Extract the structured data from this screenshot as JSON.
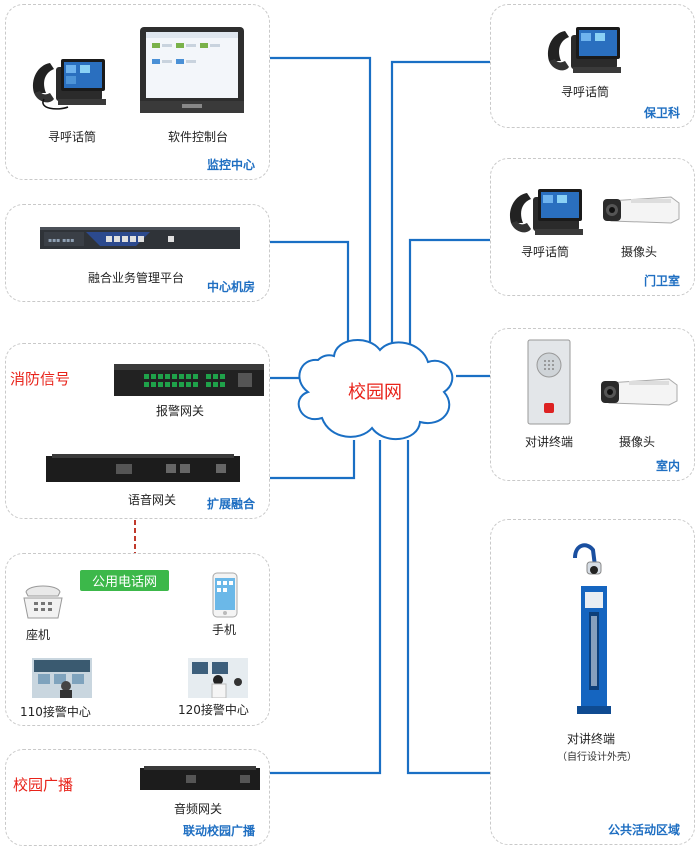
{
  "network": {
    "label": "校园网"
  },
  "zones": {
    "monitor": {
      "title": "监控中心",
      "devices": {
        "phone": "寻呼话筒",
        "console": "软件控制台"
      }
    },
    "datacenter": {
      "title": "中心机房",
      "devices": {
        "platform": "融合业务管理平台"
      }
    },
    "expansion": {
      "title": "扩展融合",
      "devices": {
        "alarm_gw": "报警网关",
        "voice_gw": "语音网关"
      },
      "input_signal": "消防信号"
    },
    "pstn": {
      "label": "公用电话网",
      "devices": {
        "landline": "座机",
        "mobile": "手机",
        "center110": "110接警中心",
        "center120": "120接警中心"
      }
    },
    "broadcast": {
      "title": "联动校园广播",
      "devices": {
        "audio_gw": "音频网关"
      },
      "output_signal": "校园广播"
    },
    "security": {
      "title": "保卫科",
      "devices": {
        "phone": "寻呼话筒"
      }
    },
    "gate": {
      "title": "门卫室",
      "devices": {
        "phone": "寻呼话筒",
        "camera": "摄像头"
      }
    },
    "indoor": {
      "title": "室内",
      "devices": {
        "intercom": "对讲终端",
        "camera": "摄像头"
      }
    },
    "public": {
      "title": "公共活动区域",
      "devices": {
        "intercom": "对讲终端",
        "note": "（自行设计外壳）"
      }
    }
  },
  "colors": {
    "wire": "#1a6fc4",
    "pstn_line": "#c0392b",
    "accent_red": "#e8231a",
    "title_blue": "#1f6fc2",
    "pstn_green": "#3cb84a"
  }
}
